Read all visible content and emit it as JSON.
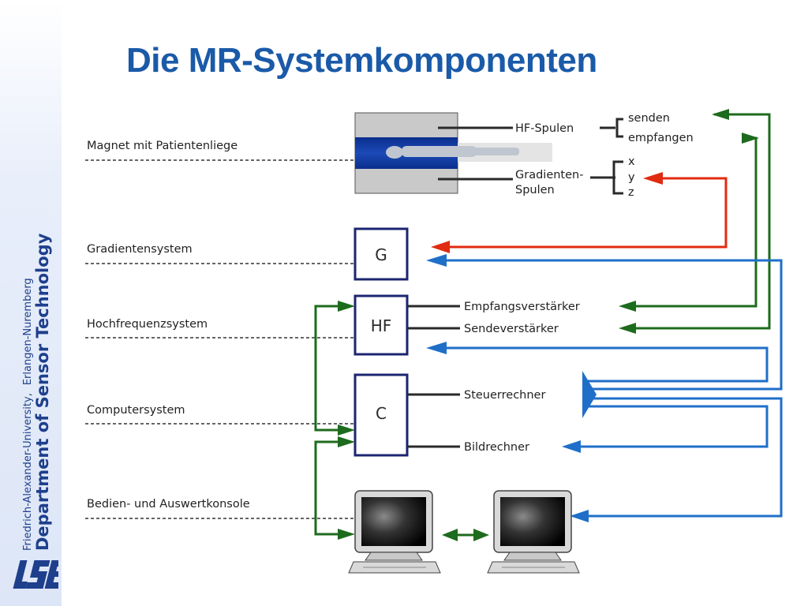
{
  "slide": {
    "title": "Die MR-Systemkomponenten"
  },
  "sidebar": {
    "department": "Department of Sensor Technology",
    "university": "Friedrich-Alexander-University,",
    "location": "Erlangen-Nuremberg",
    "logo": "LSE"
  },
  "diagram": {
    "systems": {
      "magnet": "Magnet mit Patientenliege",
      "gradient": "Gradientensystem",
      "hf": "Hochfrequenzsystem",
      "computer": "Computersystem",
      "console": "Bedien- und Auswertkonsole"
    },
    "boxes": {
      "g": "G",
      "hf": "HF",
      "c": "C"
    },
    "parts": {
      "hf_coils": "HF-Spulen",
      "send": "senden",
      "receive": "empfangen",
      "gradient_coils_1": "Gradienten-",
      "gradient_coils_2": "Spulen",
      "axis_x": "x",
      "axis_y": "y",
      "axis_z": "z",
      "receive_amp": "Empfangsverstärker",
      "send_amp": "Sendeverstärker",
      "control_pc": "Steuerrechner",
      "image_pc": "Bildrechner"
    },
    "colors": {
      "green": "#1d6b1d",
      "red": "#e02b10",
      "blue": "#1f6fc9",
      "box_border": "#1c2570"
    }
  }
}
